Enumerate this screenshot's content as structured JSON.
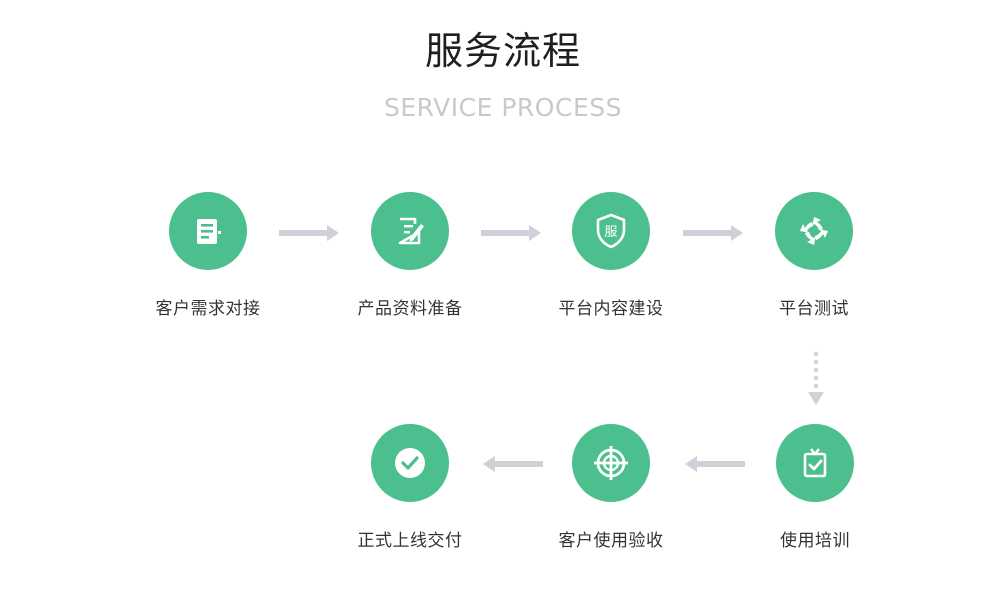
{
  "header": {
    "title": "服务流程",
    "subtitle": "SERVICE PROCESS"
  },
  "colors": {
    "accent": "#4cbf8e",
    "arrow": "#cfd0d8",
    "title": "#1f1f1f",
    "subtitle": "#c9c9c9",
    "label": "#333333"
  },
  "steps": [
    {
      "label": "客户需求对接",
      "icon": "document-list-icon"
    },
    {
      "label": "产品资料准备",
      "icon": "edit-document-icon"
    },
    {
      "label": "平台内容建设",
      "icon": "shield-icon",
      "icon_text": "服"
    },
    {
      "label": "平台测试",
      "icon": "refresh-cycle-icon"
    },
    {
      "label": "使用培训",
      "icon": "clipboard-check-icon"
    },
    {
      "label": "客户使用验收",
      "icon": "crosshair-target-icon"
    },
    {
      "label": "正式上线交付",
      "icon": "check-circle-icon"
    }
  ]
}
